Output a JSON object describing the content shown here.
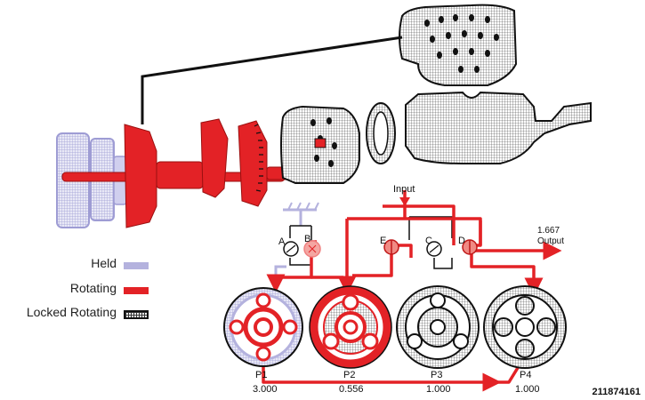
{
  "legend": {
    "held": "Held",
    "rotating": "Rotating",
    "locked_rotating": "Locked Rotating"
  },
  "schematic": {
    "input_label": "Input",
    "output_value": "1.667",
    "output_label": "Output",
    "clutch_labels": {
      "a": "A",
      "b": "B",
      "c": "C",
      "d": "D",
      "e": "E"
    },
    "planetary_sets": [
      {
        "name": "P1",
        "ratio": "3.000"
      },
      {
        "name": "P2",
        "ratio": "0.556"
      },
      {
        "name": "P3",
        "ratio": "1.000"
      },
      {
        "name": "P4",
        "ratio": "1.000"
      }
    ]
  },
  "figure_id": "211874161",
  "colors": {
    "held": "#b4b2de",
    "rotating": "#e32226",
    "locked_rotating": "#111111"
  }
}
